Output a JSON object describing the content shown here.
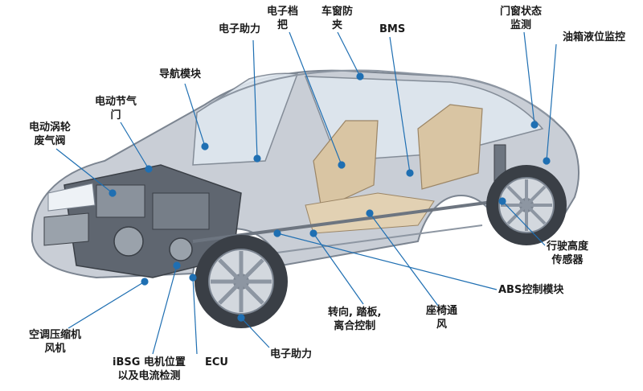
{
  "colors": {
    "leader": "#1f6fb2",
    "body": "#c9ced6",
    "body_dark": "#7c8591",
    "glass": "#dfe7ef",
    "seat": "#d9c5a3",
    "engine": "#5f6670",
    "wheel": "#3a3f46",
    "rim": "#d3d8de"
  },
  "labels": {
    "motor_brake": "电子助力",
    "e_shift_1": "电子档",
    "e_shift_2": "把",
    "window_anti_1": "车窗防",
    "window_anti_2": "夹",
    "bms": "BMS",
    "door_status_1": "门窗状态",
    "door_status_2": "监测",
    "fuel_level": "油箱液位监控",
    "nav_module": "导航模块",
    "e_throttle_1": "电动节气",
    "e_throttle_2": "门",
    "turbo_valve_1": "电动涡轮",
    "turbo_valve_2": "废气阀",
    "ride_height_1": "行驶高度",
    "ride_height_2": "传感器",
    "abs_module": "ABS控制模块",
    "seat_vent_1": "座椅通",
    "seat_vent_2": "风",
    "steer_pedal_1": "转向, 踏板,",
    "steer_pedal_2": "离合控制",
    "ac_fan_1": "空调压缩机",
    "ac_fan_2": "风机",
    "isbg_1": "iBSG 电机位置",
    "isbg_2": "以及电流检测",
    "ecu": "ECU",
    "e_power_steer": "电子助力"
  }
}
